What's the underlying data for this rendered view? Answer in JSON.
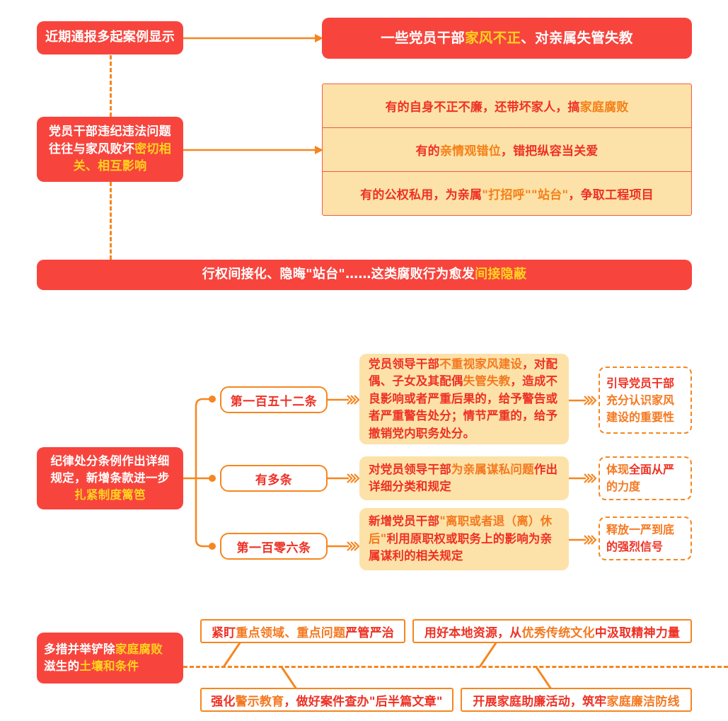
{
  "theme": {
    "red": "#F7453E",
    "cream": "#FCE2A8",
    "orange": "#F6861F",
    "text_red": "#EE3124",
    "highlight_yellow": "#FFD21E",
    "highlight_orange": "#F57F17"
  },
  "section1": {
    "source_box": "近期通报多起案例显示",
    "headline": {
      "pre": "一些党员干部",
      "highlight": "家风不正",
      "post": "、对亲属失管失教"
    },
    "cause_box": {
      "line1": "党员干部违纪违法问题",
      "line2_pre": "往往与家风败坏",
      "line2_hl": "密切相",
      "line3_hl": "关、相互影响"
    },
    "table_rows": [
      {
        "pre": "有的自身不正不廉，还带坏家人，搞",
        "hl": "家庭腐败",
        "post": ""
      },
      {
        "pre": "有的",
        "hl": "亲情观错位",
        "post": "，错把纵容当关爱"
      },
      {
        "pre": "有的公权私用，为亲属",
        "hl": "\"打招呼\"\"站台\"",
        "post": "，争取工程项目"
      }
    ],
    "banner": {
      "pre": "行权间接化、隐晦\"站台\"……这类腐败行为愈发",
      "highlight": "间接隐蔽"
    }
  },
  "section2": {
    "left_box": {
      "line1": "纪律处分条例作出详细",
      "line2": "规定，新增条款进一步",
      "line3_hl": "扎紧制度篱笆"
    },
    "items": [
      {
        "label": "第一百五十二条",
        "content": [
          {
            "t": "党员领导干部",
            "c": "red"
          },
          {
            "t": "不重视家风建设",
            "c": "orange"
          },
          {
            "t": "，对配偶、子女及其配偶",
            "c": "red"
          },
          {
            "t": "失管失教",
            "c": "orange"
          },
          {
            "t": "，造成不良影响或者严重后果的，给予警告或者严重警告处分；情节严重的，给予撤销党内职务处分。",
            "c": "red"
          }
        ],
        "outcome": [
          {
            "t": "引导党员干部",
            "c": "red"
          },
          {
            "t": "充分认识家风建设的重要性",
            "c": "orange"
          }
        ]
      },
      {
        "label": "有多条",
        "content": [
          {
            "t": "对党员领导干部",
            "c": "red"
          },
          {
            "t": "为亲属谋私问题",
            "c": "orange"
          },
          {
            "t": "作出详细分类和规定",
            "c": "red"
          }
        ],
        "outcome": [
          {
            "t": "体现",
            "c": "orange"
          },
          {
            "t": "全面从严",
            "c": "red"
          },
          {
            "t": "的力度",
            "c": "orange"
          }
        ]
      },
      {
        "label": "第一百零六条",
        "content": [
          {
            "t": "新增党员干部",
            "c": "red"
          },
          {
            "t": "\"离职或者退（离）休后\"",
            "c": "orange"
          },
          {
            "t": "利用原职权或职务上的影响为亲属谋利的相关规定",
            "c": "red"
          }
        ],
        "outcome": [
          {
            "t": "释放一严到底",
            "c": "orange"
          },
          {
            "t": "的强烈信号",
            "c": "red"
          }
        ]
      }
    ]
  },
  "section3": {
    "left_box": {
      "line1_pre": "多措并举铲除",
      "line1_hl": "家庭腐败",
      "line2_pre": "滋生的",
      "line2_hl": "土壤和条件"
    },
    "measures": [
      {
        "pre": "紧盯",
        "hl": "重点领域、重点问题",
        "post": "严管严治"
      },
      {
        "pre": "用好本地资源，从",
        "hl": "优秀传统文化",
        "post": "中汲取精神力量"
      },
      {
        "pre": "强化",
        "hl": "警示教育",
        "post": "，做好案件查办\"后半篇文章\""
      },
      {
        "pre": "开展家庭助廉活动，筑牢",
        "hl": "家庭廉洁防线",
        "post": ""
      }
    ]
  }
}
